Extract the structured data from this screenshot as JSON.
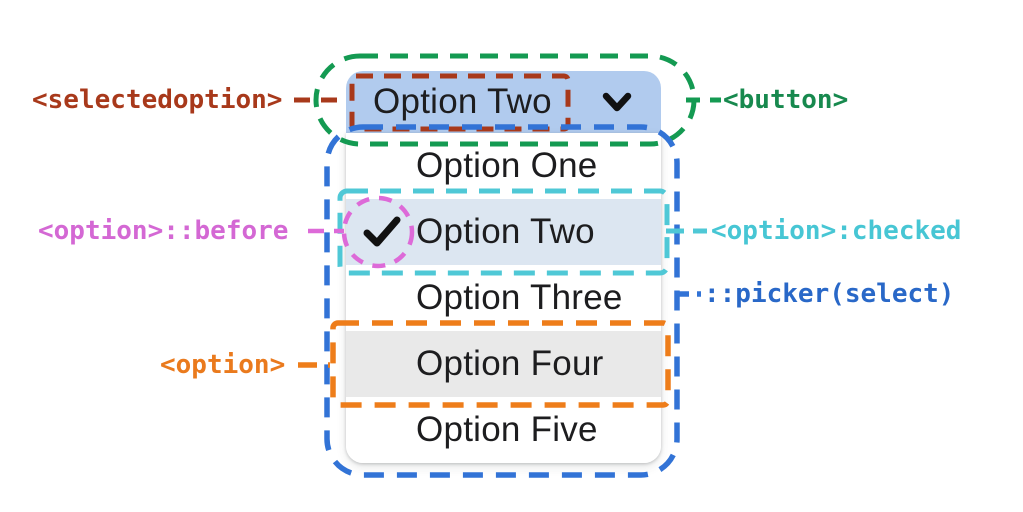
{
  "page": {
    "background": "#ffffff"
  },
  "select": {
    "button": {
      "value": "Option Two",
      "background": "#b1cbee",
      "chevron_icon": "chevron-down"
    },
    "picker": {
      "options": [
        {
          "label": "Option One",
          "checked": false
        },
        {
          "label": "Option Two",
          "checked": true
        },
        {
          "label": "Option Three",
          "checked": false
        },
        {
          "label": "Option Four",
          "checked": false
        },
        {
          "label": "Option Five",
          "checked": false
        }
      ],
      "checked_icon": "checkmark",
      "checked_row_background": "#dce6f1",
      "option_four_row_background": "#e9e9e9"
    }
  },
  "annotations": {
    "selectedoption": {
      "label": "<selectedoption>",
      "color": "#a8391b",
      "side": "left"
    },
    "button": {
      "label": "<button>",
      "color": "#17894e",
      "side": "right"
    },
    "option_before": {
      "label": "<option>::before",
      "color": "#d468d4",
      "side": "left"
    },
    "option_checked": {
      "label": "<option>:checked",
      "color": "#47c6d4",
      "side": "right"
    },
    "picker_select": {
      "label": "::picker(select)",
      "color": "#2968c8",
      "side": "right"
    },
    "option": {
      "label": "<option>",
      "color": "#ea7a1d",
      "side": "left"
    }
  },
  "outline_colors": {
    "green": "#149a52",
    "dark_red": "#a8391b",
    "blue": "#3273d6",
    "cyan": "#4fc8d6",
    "magenta": "#dd6ad8",
    "orange": "#ee7d1a"
  }
}
